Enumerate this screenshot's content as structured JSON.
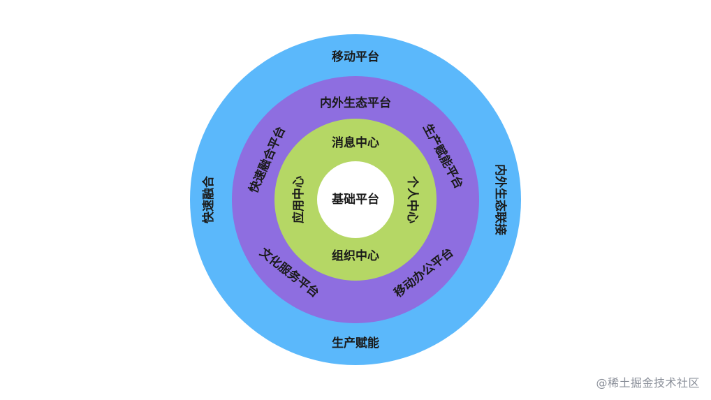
{
  "diagram": {
    "center": {
      "label": "基础平台",
      "color": "#ffffff"
    },
    "inner_ring": {
      "color": "#b5d765",
      "labels": {
        "top": "消息中心",
        "bottom": "组织中心",
        "left": "应用中心",
        "right": "个人中心"
      }
    },
    "middle_ring": {
      "color": "#8e6ee0",
      "labels": {
        "top": "内外生态平台",
        "upper_left": "快速融合平台",
        "upper_right": "生产赋能平台",
        "lower_left": "文化服务平台",
        "lower_right": "移动办公平台"
      }
    },
    "outer_ring": {
      "color": "#5bb8fb",
      "labels": {
        "top": "移动平台",
        "bottom": "生产赋能",
        "left": "快速融合",
        "right": "内外生态联接"
      }
    }
  },
  "watermark": "@稀土掘金技术社区"
}
